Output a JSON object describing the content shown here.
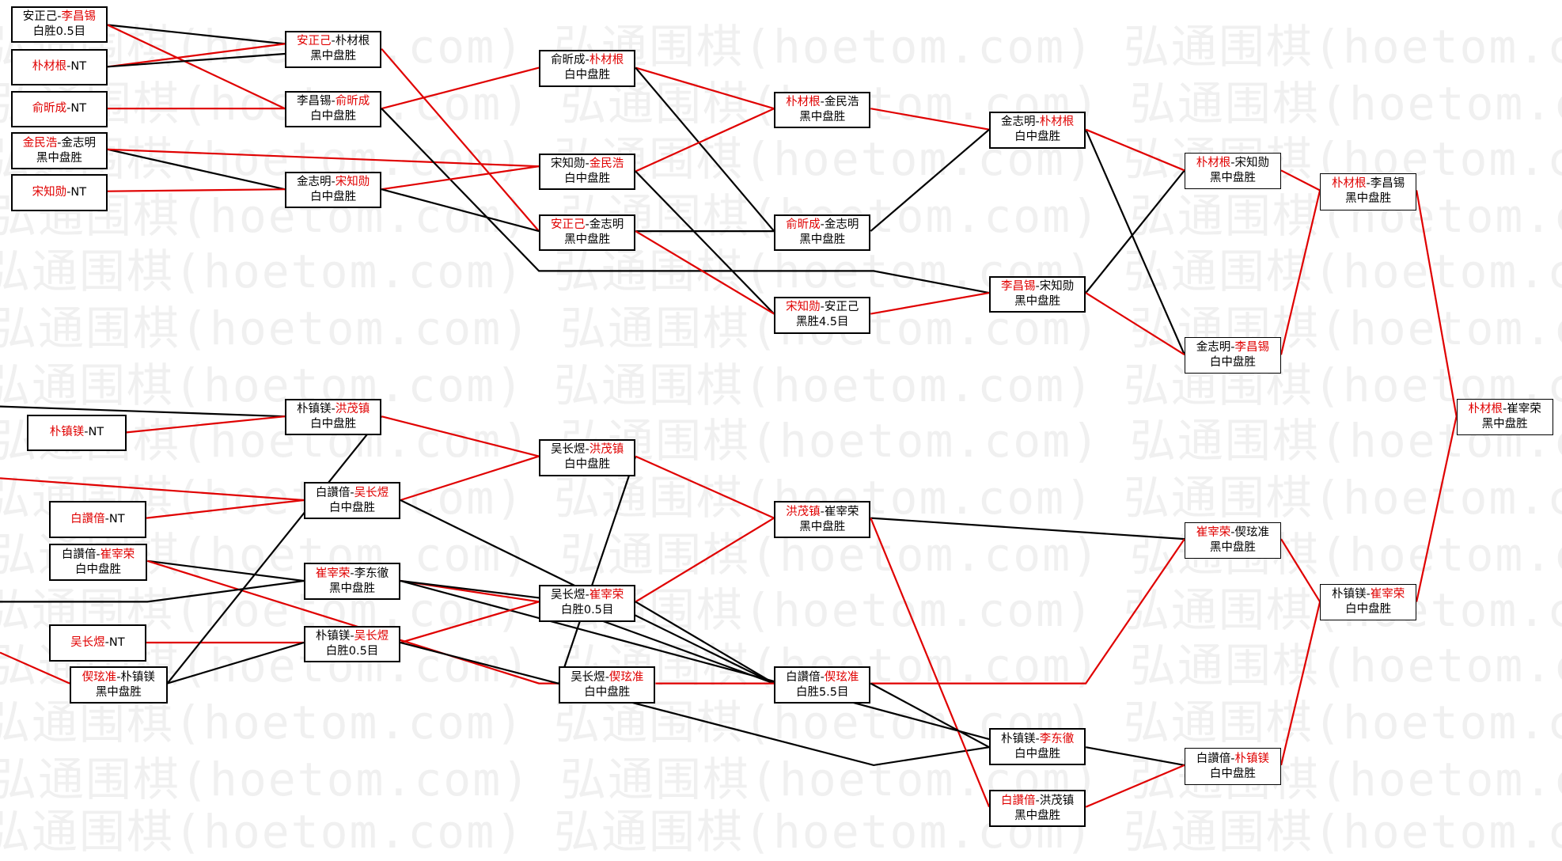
{
  "watermark": "弘通围棋(hoetom.com)",
  "colors": {
    "winner": "#e00000",
    "text": "#000000",
    "line_red": "#e00000",
    "line_black": "#000000",
    "watermark": "#f0f0f0"
  },
  "matches": [
    {
      "id": "m1",
      "p1": "安正己",
      "p2": "李昌锡",
      "winner": 2,
      "result": "白胜0.5目"
    },
    {
      "id": "m2",
      "p1": "朴材根",
      "p2": "NT",
      "winner": 1,
      "result": ""
    },
    {
      "id": "m3",
      "p1": "俞昕成",
      "p2": "NT",
      "winner": 1,
      "result": ""
    },
    {
      "id": "m4",
      "p1": "金民浩",
      "p2": "金志明",
      "winner": 1,
      "result": "黑中盘胜"
    },
    {
      "id": "m5",
      "p1": "宋知勋",
      "p2": "NT",
      "winner": 1,
      "result": ""
    },
    {
      "id": "m6",
      "p1": "安正己",
      "p2": "朴材根",
      "winner": 1,
      "result": "黑中盘胜"
    },
    {
      "id": "m7",
      "p1": "李昌锡",
      "p2": "俞昕成",
      "winner": 2,
      "result": "白中盘胜"
    },
    {
      "id": "m8",
      "p1": "金志明",
      "p2": "宋知勋",
      "winner": 2,
      "result": "白中盘胜"
    },
    {
      "id": "m9",
      "p1": "俞昕成",
      "p2": "朴材根",
      "winner": 2,
      "result": "白中盘胜"
    },
    {
      "id": "m10",
      "p1": "宋知勋",
      "p2": "金民浩",
      "winner": 2,
      "result": "白中盘胜"
    },
    {
      "id": "m11",
      "p1": "安正己",
      "p2": "金志明",
      "winner": 1,
      "result": "黑中盘胜"
    },
    {
      "id": "m12",
      "p1": "朴材根",
      "p2": "金民浩",
      "winner": 1,
      "result": "黑中盘胜"
    },
    {
      "id": "m13",
      "p1": "俞昕成",
      "p2": "金志明",
      "winner": 1,
      "result": "黑中盘胜"
    },
    {
      "id": "m14",
      "p1": "宋知勋",
      "p2": "安正己",
      "winner": 1,
      "result": "黑胜4.5目"
    },
    {
      "id": "m15",
      "p1": "金志明",
      "p2": "朴材根",
      "winner": 2,
      "result": "白中盘胜"
    },
    {
      "id": "m16",
      "p1": "李昌锡",
      "p2": "宋知勋",
      "winner": 1,
      "result": "黑中盘胜"
    },
    {
      "id": "m17",
      "p1": "朴材根",
      "p2": "宋知勋",
      "winner": 1,
      "result": "黑中盘胜"
    },
    {
      "id": "m18",
      "p1": "金志明",
      "p2": "李昌锡",
      "winner": 2,
      "result": "白中盘胜"
    },
    {
      "id": "m19",
      "p1": "朴材根",
      "p2": "李昌锡",
      "winner": 1,
      "result": "黑中盘胜"
    },
    {
      "id": "m20",
      "p1": "朴材根",
      "p2": "崔宰荣",
      "winner": 1,
      "result": "黑中盘胜"
    },
    {
      "id": "m21",
      "p1": "朴镇镁",
      "p2": "NT",
      "winner": 1,
      "result": ""
    },
    {
      "id": "m22",
      "p1": "白讚偣",
      "p2": "NT",
      "winner": 1,
      "result": ""
    },
    {
      "id": "m23",
      "p1": "白讚偣",
      "p2": "崔宰荣",
      "winner": 2,
      "result": "白中盘胜"
    },
    {
      "id": "m24",
      "p1": "吴长煜",
      "p2": "NT",
      "winner": 1,
      "result": ""
    },
    {
      "id": "m25",
      "p1": "偰玹准",
      "p2": "朴镇镁",
      "winner": 1,
      "result": "黑中盘胜"
    },
    {
      "id": "m26",
      "p1": "朴镇镁",
      "p2": "洪茂镇",
      "winner": 2,
      "result": "白中盘胜"
    },
    {
      "id": "m27",
      "p1": "白讚偣",
      "p2": "吴长煜",
      "winner": 2,
      "result": "白中盘胜"
    },
    {
      "id": "m28",
      "p1": "崔宰荣",
      "p2": "李东徹",
      "winner": 1,
      "result": "黑中盘胜"
    },
    {
      "id": "m29",
      "p1": "朴镇镁",
      "p2": "吴长煜",
      "winner": 2,
      "result": "白胜0.5目"
    },
    {
      "id": "m30",
      "p1": "吴长煜",
      "p2": "洪茂镇",
      "winner": 2,
      "result": "白中盘胜"
    },
    {
      "id": "m31",
      "p1": "吴长煜",
      "p2": "崔宰荣",
      "winner": 2,
      "result": "白胜0.5目"
    },
    {
      "id": "m32",
      "p1": "吴长煜",
      "p2": "偰玹准",
      "winner": 2,
      "result": "白中盘胜"
    },
    {
      "id": "m33",
      "p1": "洪茂镇",
      "p2": "崔宰荣",
      "winner": 1,
      "result": "黑中盘胜"
    },
    {
      "id": "m34",
      "p1": "白讚偣",
      "p2": "偰玹准",
      "winner": 2,
      "result": "白胜5.5目"
    },
    {
      "id": "m35",
      "p1": "朴镇镁",
      "p2": "李东徹",
      "winner": 2,
      "result": "白中盘胜"
    },
    {
      "id": "m36",
      "p1": "白讚偣",
      "p2": "洪茂镇",
      "winner": 1,
      "result": "黑中盘胜"
    },
    {
      "id": "m37",
      "p1": "崔宰荣",
      "p2": "偰玹准",
      "winner": 1,
      "result": "黑中盘胜"
    },
    {
      "id": "m38",
      "p1": "白讚偣",
      "p2": "朴镇镁",
      "winner": 2,
      "result": "白中盘胜"
    },
    {
      "id": "m39",
      "p1": "朴镇镁",
      "p2": "崔宰荣",
      "winner": 2,
      "result": "白中盘胜"
    }
  ]
}
